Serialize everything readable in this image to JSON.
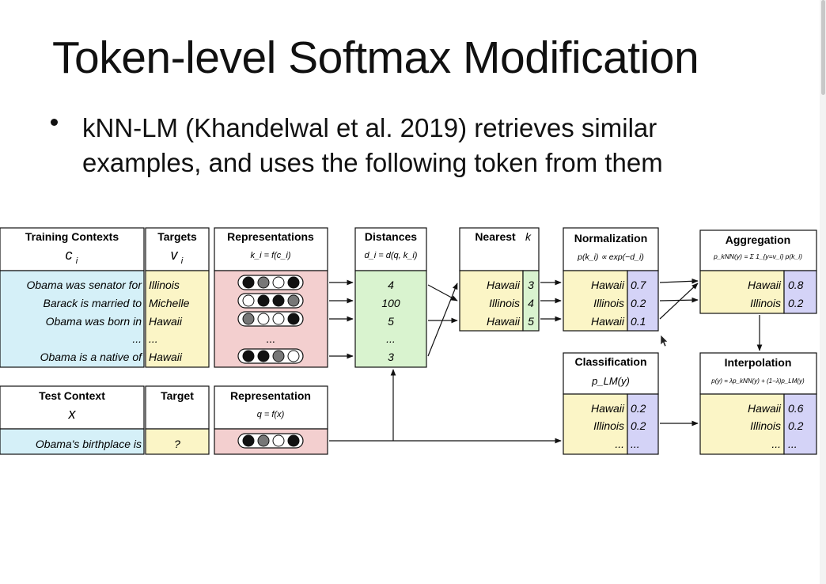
{
  "slide": {
    "title": "Token-level Softmax Modification",
    "bullet": "kNN-LM (Khandelwal et al. 2019) retrieves similar examples, and uses the following token from them"
  },
  "diagram": {
    "training_contexts": {
      "header": "Training Contexts",
      "symbol": "c",
      "sub": "i",
      "rows": [
        "Obama was senator for",
        "Barack is married to",
        "Obama was born in",
        "...",
        "Obama is a native of"
      ]
    },
    "targets": {
      "header": "Targets",
      "symbol": "v",
      "sub": "i",
      "rows": [
        "Illinois",
        "Michelle",
        "Hawaii",
        "...",
        "Hawaii"
      ]
    },
    "representations": {
      "header": "Representations",
      "formula": "k_i = f(c_i)",
      "ellipsis": "..."
    },
    "distances": {
      "header": "Distances",
      "formula": "d_i = d(q, k_i)",
      "rows": [
        "4",
        "100",
        "5",
        "...",
        "3"
      ]
    },
    "nearest_k": {
      "header": "Nearest",
      "k_symbol": "k",
      "rows": [
        {
          "token": "Hawaii",
          "value": "3"
        },
        {
          "token": "Illinois",
          "value": "4"
        },
        {
          "token": "Hawaii",
          "value": "5"
        }
      ]
    },
    "normalization": {
      "header": "Normalization",
      "formula": "p(k_i) ∝ exp(−d_i)",
      "rows": [
        {
          "token": "Hawaii",
          "value": "0.7"
        },
        {
          "token": "Illinois",
          "value": "0.2"
        },
        {
          "token": "Hawaii",
          "value": "0.1"
        }
      ]
    },
    "aggregation": {
      "header": "Aggregation",
      "formula": "p_kNN(y) = Σ 1_{y=v_i} p(k_i)",
      "rows": [
        {
          "token": "Hawaii",
          "value": "0.8"
        },
        {
          "token": "Illinois",
          "value": "0.2"
        }
      ]
    },
    "test_context": {
      "header": "Test Context",
      "symbol": "x",
      "row": "Obama's birthplace is"
    },
    "target": {
      "header": "Target",
      "row": "?"
    },
    "representation": {
      "header": "Representation",
      "formula": "q = f(x)"
    },
    "classification": {
      "header": "Classification",
      "formula": "p_LM(y)",
      "rows": [
        {
          "token": "Hawaii",
          "value": "0.2"
        },
        {
          "token": "Illinois",
          "value": "0.2"
        },
        {
          "token": "...",
          "value": "..."
        }
      ]
    },
    "interpolation": {
      "header": "Interpolation",
      "formula": "p(y) = λp_kNN(y) + (1−λ)p_LM(y)",
      "rows": [
        {
          "token": "Hawaii",
          "value": "0.6"
        },
        {
          "token": "Illinois",
          "value": "0.2"
        },
        {
          "token": "...",
          "value": "..."
        }
      ]
    },
    "colors": {
      "context_fill": "#d5f0f8",
      "target_fill": "#fbf5c6",
      "repr_fill": "#f3cfcf",
      "dist_fill": "#d9f3cf",
      "value_fill": "#d4d3f7",
      "knob_dark": "#111111",
      "knob_mid": "#777777",
      "knob_light": "#ffffff"
    }
  }
}
